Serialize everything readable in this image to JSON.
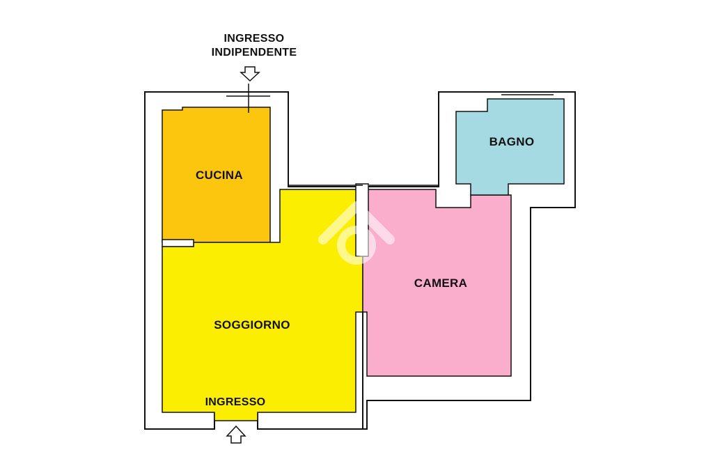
{
  "plan": {
    "labels": {
      "main_entrance": "INGRESSO",
      "independent_entrance_line1": "INGRESSO",
      "independent_entrance_line2": "INDIPENDENTE"
    },
    "rooms": [
      {
        "id": "cucina",
        "label": "CUCINA",
        "color": "#fcc60f"
      },
      {
        "id": "soggiorno",
        "label": "SOGGIORNO",
        "color": "#fcee00"
      },
      {
        "id": "camera",
        "label": "CAMERA",
        "color": "#fbaecb"
      },
      {
        "id": "bagno",
        "label": "BAGNO",
        "color": "#a6dae3"
      }
    ],
    "colors": {
      "wall": "#111111",
      "wall_fill": "#ffffff",
      "background": "#ffffff"
    },
    "icons": {
      "entrance": "down-arrow-icon",
      "watermark": "house-logo-watermark"
    }
  }
}
